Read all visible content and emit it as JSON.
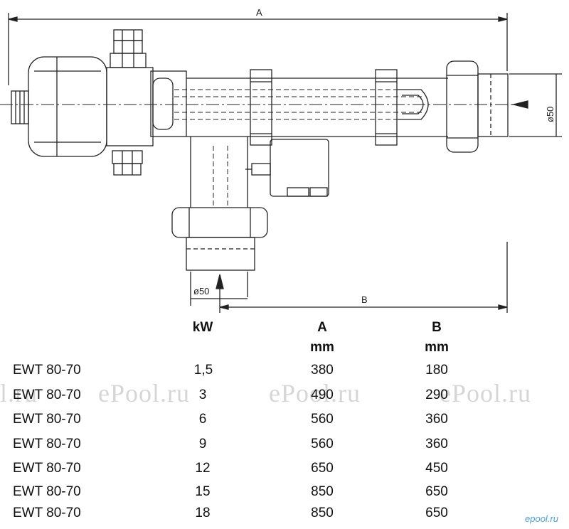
{
  "dimensions": {
    "a_label": "A",
    "b_label": "B",
    "diameter_right": "ø50",
    "diameter_bottom": "ø50"
  },
  "table": {
    "headers": {
      "kw": "kW",
      "a": "A",
      "b": "B"
    },
    "units": {
      "a": "mm",
      "b": "mm"
    },
    "rows": [
      {
        "model": "EWT 80-70",
        "kw": "1,5",
        "a": "380",
        "b": "180"
      },
      {
        "model": "EWT 80-70",
        "kw": "3",
        "a": "490",
        "b": "290"
      },
      {
        "model": "EWT 80-70",
        "kw": "6",
        "a": "560",
        "b": "360"
      },
      {
        "model": "EWT 80-70",
        "kw": "9",
        "a": "560",
        "b": "360"
      },
      {
        "model": "EWT 80-70",
        "kw": "12",
        "a": "650",
        "b": "450"
      },
      {
        "model": "EWT 80-70",
        "kw": "15",
        "a": "850",
        "b": "650"
      },
      {
        "model": "EWT 80-70",
        "kw": "18",
        "a": "850",
        "b": "650"
      }
    ]
  },
  "watermarks": [
    "l.ru",
    "ePool.ru",
    "ePool.ru",
    "ePool.ru"
  ],
  "logo": "epool.ru"
}
